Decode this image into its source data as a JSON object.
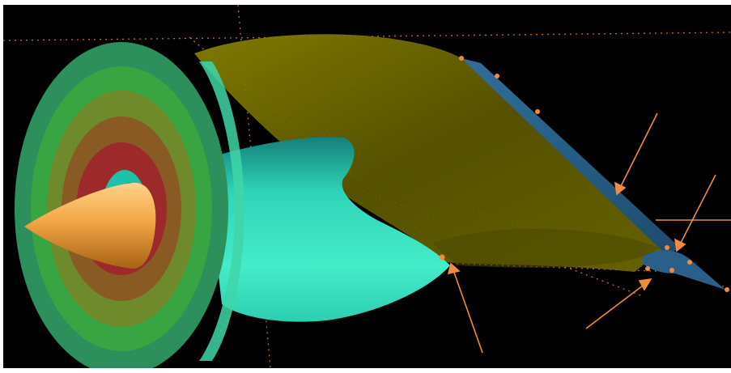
{
  "viewport": {
    "background_color": "#000000",
    "frame_color": "#ffffff"
  },
  "scene": {
    "objects": [
      {
        "name": "spinner-cone",
        "color": "#f3a646"
      },
      {
        "name": "rotor-disk-rings",
        "colors": [
          "#2c8f5c",
          "#38a442",
          "#6e8a2a",
          "#8a5a24",
          "#9c2a2a"
        ]
      },
      {
        "name": "nacelle-body",
        "color": "#3ee6c4"
      },
      {
        "name": "wing-surface",
        "color": "#6a6a00"
      },
      {
        "name": "wing-leading-edge",
        "color": "#2a5f8a"
      },
      {
        "name": "wingtip-pod",
        "color": "#2a5f8a"
      }
    ],
    "annotation_color": "#f08c3c",
    "arrow_icons": [
      "arrow-annotation-icon",
      "arrow-annotation-icon",
      "arrow-annotation-icon",
      "arrow-annotation-icon",
      "arrow-annotation-icon"
    ]
  }
}
